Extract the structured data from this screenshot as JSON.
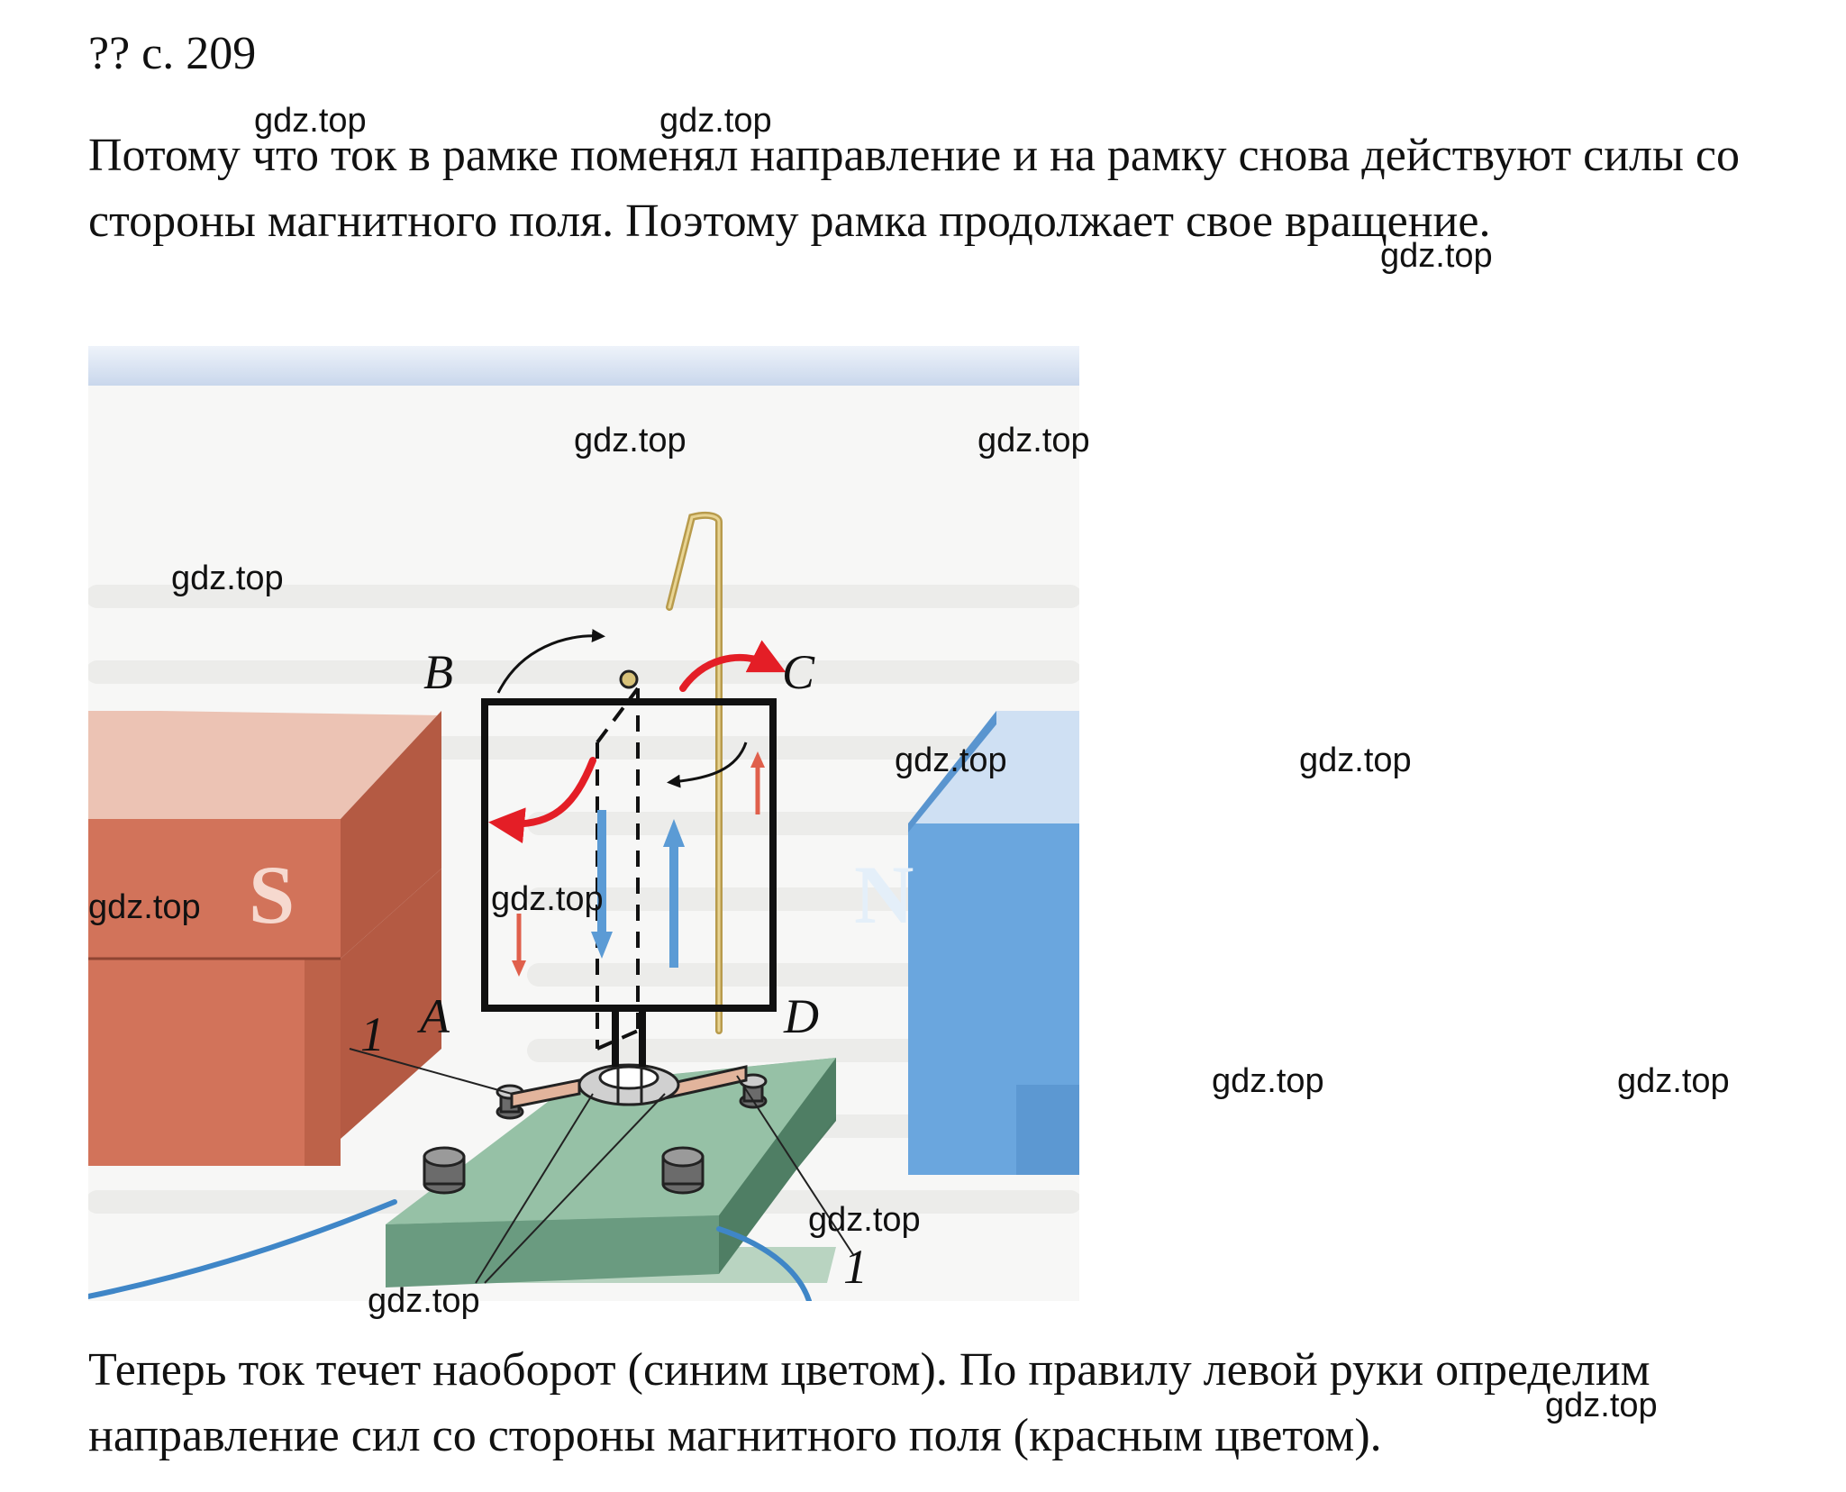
{
  "header": {
    "page_ref": "?? с. 209"
  },
  "text": {
    "paragraph_1": "Потому что ток в рамке поменял направление и на рамку снова действуют силы со стороны магнитного поля. Поэтому рамка продолжает свое вращение.",
    "paragraph_2": "Теперь ток течет наоборот (синим цветом). По правилу левой руки определим направление сил со стороны магнитного поля (красным цветом)."
  },
  "figure": {
    "magnet_south_label": "S",
    "magnet_north_label": "N",
    "corner_a": "A",
    "corner_b": "B",
    "corner_c": "C",
    "corner_d": "D",
    "brush_label_left": "1",
    "brush_label_right": "1",
    "colors": {
      "magnet_south": "#d2735a",
      "magnet_north": "#6aa6de",
      "current_arrow": "#5b9bd5",
      "force_arrow": "#e41e26",
      "base_plate": "#7fae93"
    }
  },
  "watermark": {
    "text": "gdz.top"
  }
}
